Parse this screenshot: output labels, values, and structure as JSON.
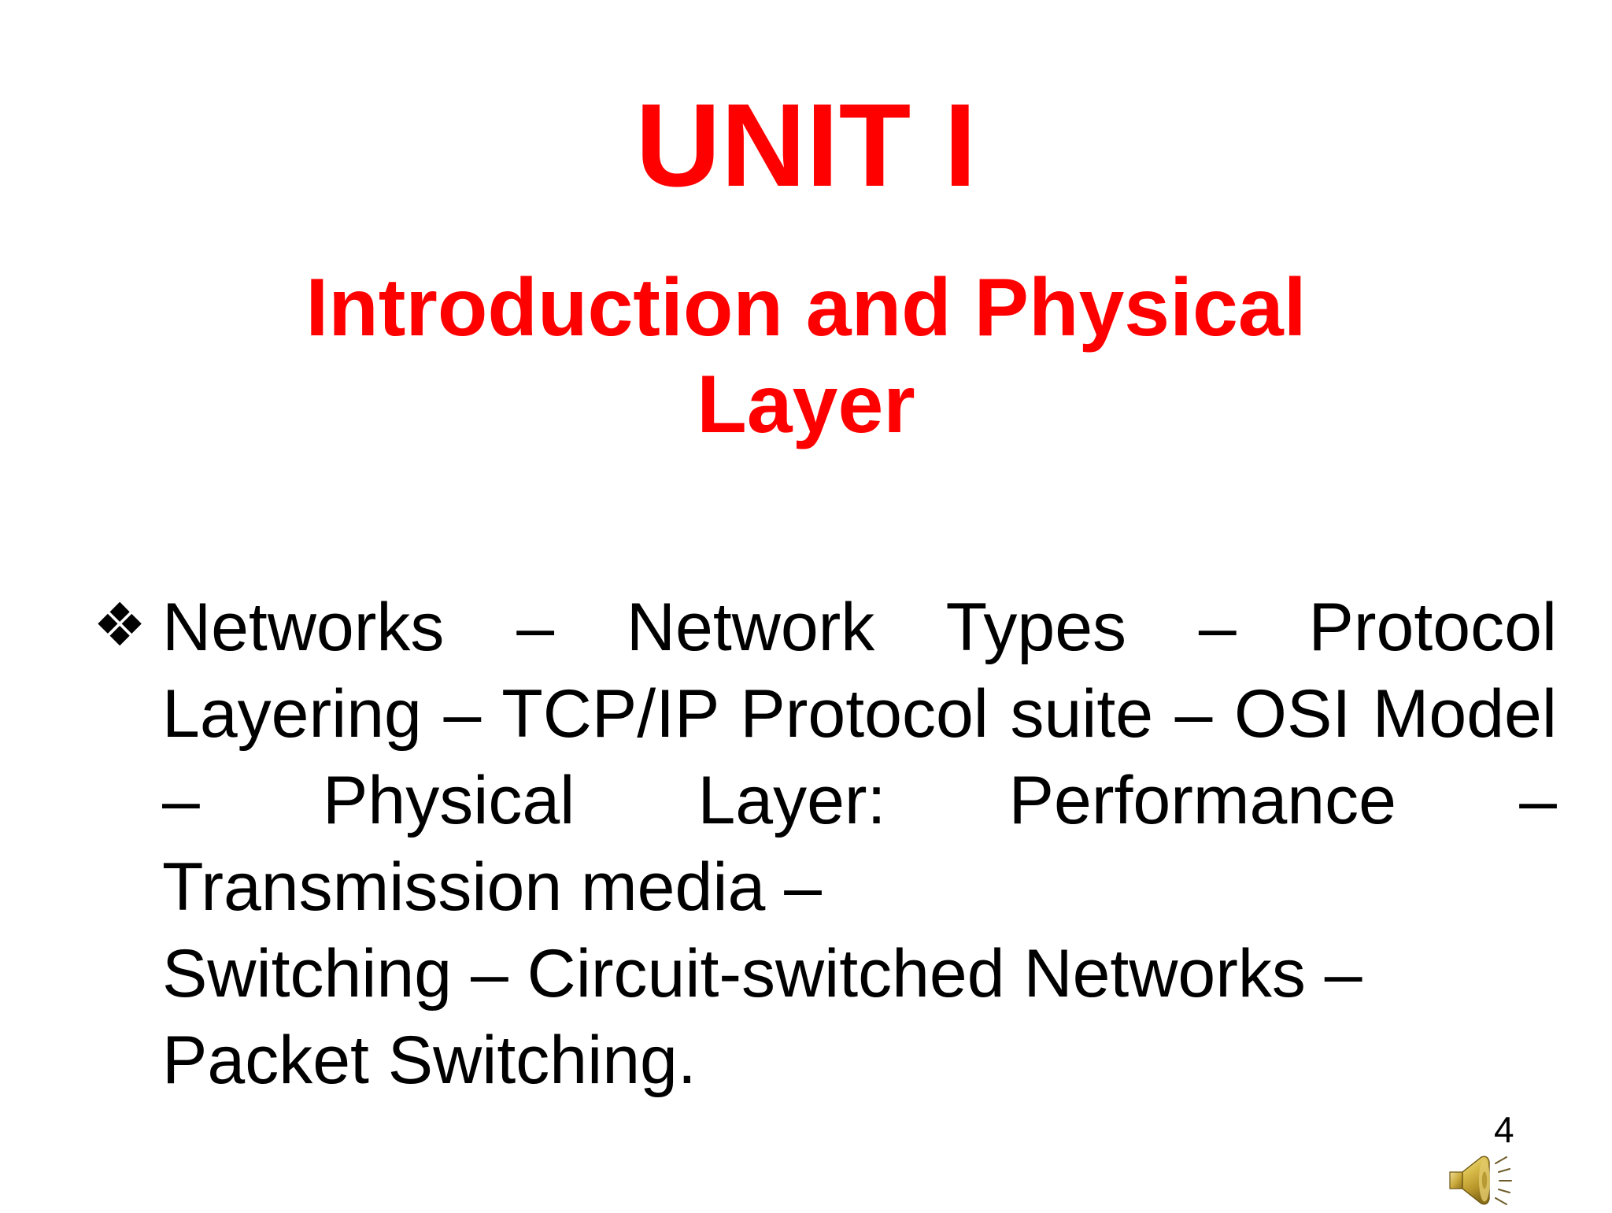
{
  "slide": {
    "background_color": "#FFFFFF",
    "accent_color": "#FF0000",
    "body_color": "#000000",
    "title": "UNIT I",
    "subtitle": "Introduction and Physical Layer",
    "subtitle_lines": [
      "Introduction and Physical",
      "Layer"
    ],
    "bullet_marker": "❖",
    "bullet_marker_name": "diamond-cluster-bullet",
    "body_text": "Networks – Network Types – Protocol Layering – TCP/IP Protocol suite – OSI Model – Physical Layer: Performance – Transmission media – Switching –  Circuit-switched Networks – Packet Switching.",
    "body_lines": [
      "Networks – Network Types – Protocol",
      "Layering – TCP/IP Protocol suite –",
      "OSI Model – Physical Layer:",
      "Performance – Transmission media –",
      "Switching –  Circuit-switched",
      "Networks – Packet Switching."
    ],
    "body_head": "Networks – Network Types – Protocol Layering – TCP/IP Protocol suite – OSI Model – Physical Layer: Performance – Transmission media –",
    "body_tail": "Switching –  Circuit-switched Networks – Packet Switching.",
    "topics": [
      "Networks",
      "Network Types",
      "Protocol Layering",
      "TCP/IP Protocol suite",
      "OSI Model",
      "Physical Layer: Performance",
      "Transmission media",
      "Switching",
      "Circuit-switched Networks",
      "Packet Switching."
    ],
    "footer": {
      "page_number": "4",
      "sound_icon_name": "speaker-sound-icon",
      "sound_icon_color": "#D4B43C"
    }
  }
}
